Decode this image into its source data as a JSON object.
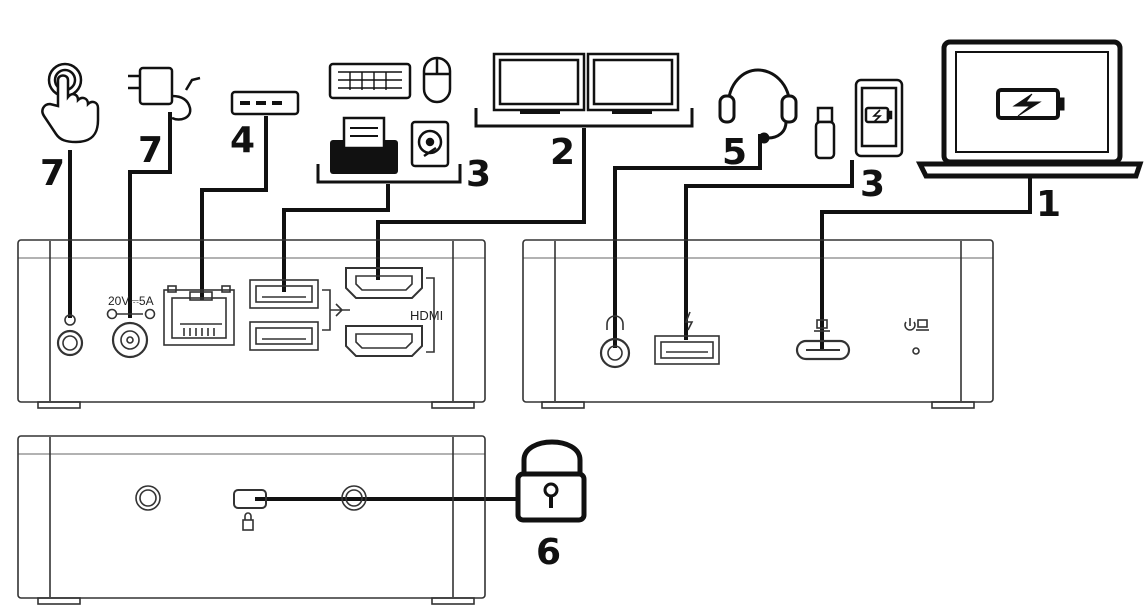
{
  "callouts": {
    "laptop": "1",
    "monitors": "2",
    "usb_devices_rear": "3",
    "usb_devices_front": "3",
    "ethernet": "4",
    "headset": "5",
    "lock": "6",
    "power_adapter": "7",
    "power_button": "7"
  },
  "labels": {
    "dc_in": "20V⎓5A",
    "hdmi": "HDMI"
  },
  "colors": {
    "line": "#111111",
    "outline": "#333333",
    "background": "#ffffff"
  }
}
